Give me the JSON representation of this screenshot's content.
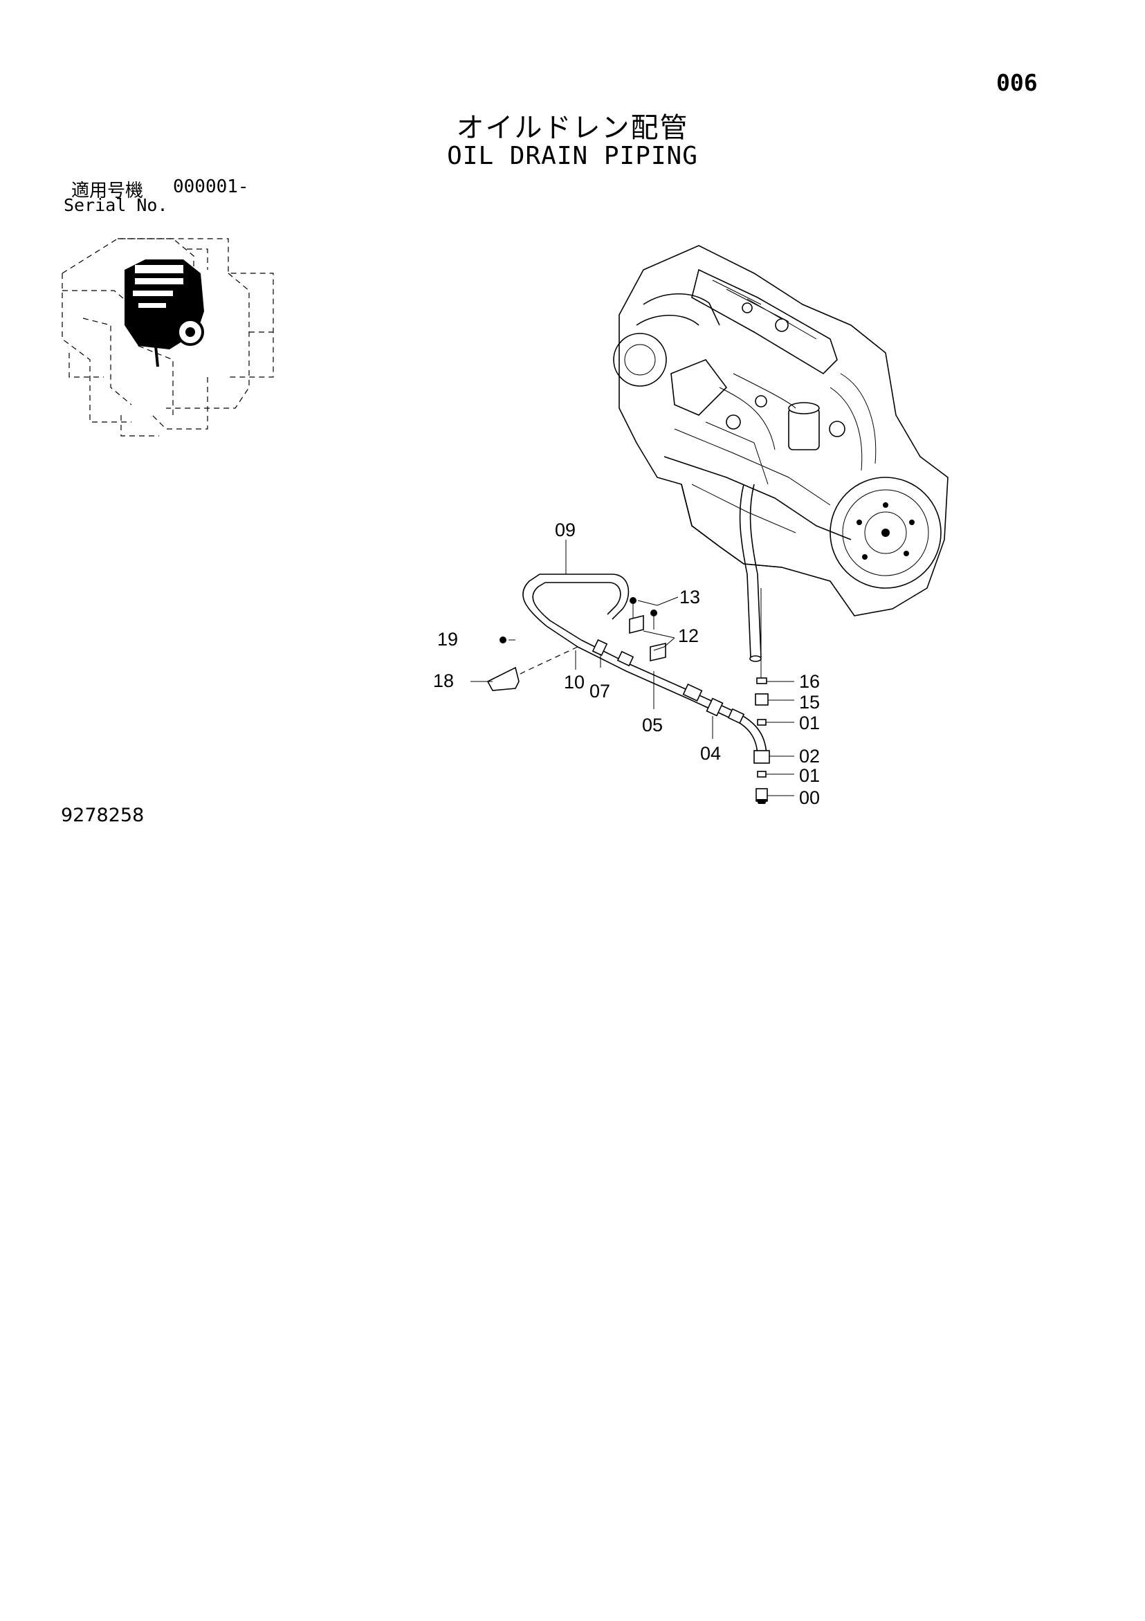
{
  "page_number": "006",
  "title_jp": "オイルドレン配管",
  "title_en": "OIL DRAIN PIPING",
  "serial": {
    "label_jp": "適用号機",
    "value": "000001-",
    "label_en": "Serial No."
  },
  "diagram_code": "9278258",
  "callouts": [
    "09",
    "13",
    "12",
    "19",
    "18",
    "10",
    "07",
    "05",
    "04",
    "16",
    "15",
    "01",
    "02",
    "01",
    "00"
  ]
}
